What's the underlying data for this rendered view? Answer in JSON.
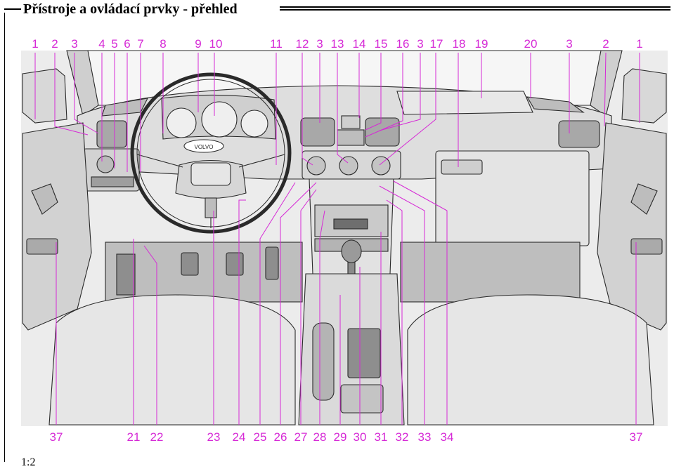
{
  "header": {
    "title": "Přístroje a ovládací prvky - přehled"
  },
  "figure": {
    "logo_text": "VOLVO",
    "top_labels": [
      "1",
      "2",
      "3",
      "4",
      "5",
      "6",
      "7",
      "8",
      "9",
      "10",
      "11",
      "12",
      "3",
      "13",
      "14",
      "15",
      "16",
      "3",
      "17",
      "18",
      "19",
      "20",
      "3",
      "2",
      "1"
    ],
    "bottom_labels": [
      "37",
      "21",
      "22",
      "23",
      "24",
      "25",
      "26",
      "27",
      "28",
      "29",
      "30",
      "31",
      "32",
      "33",
      "34",
      "37"
    ]
  },
  "footer": {
    "page_number": "1:2"
  },
  "colors": {
    "callout": "#d62ad6",
    "line": "#2a2a2a",
    "fill_light": "#dcdcdc",
    "fill_mid": "#c2c2c2",
    "fill_dark": "#9a9a9a"
  }
}
